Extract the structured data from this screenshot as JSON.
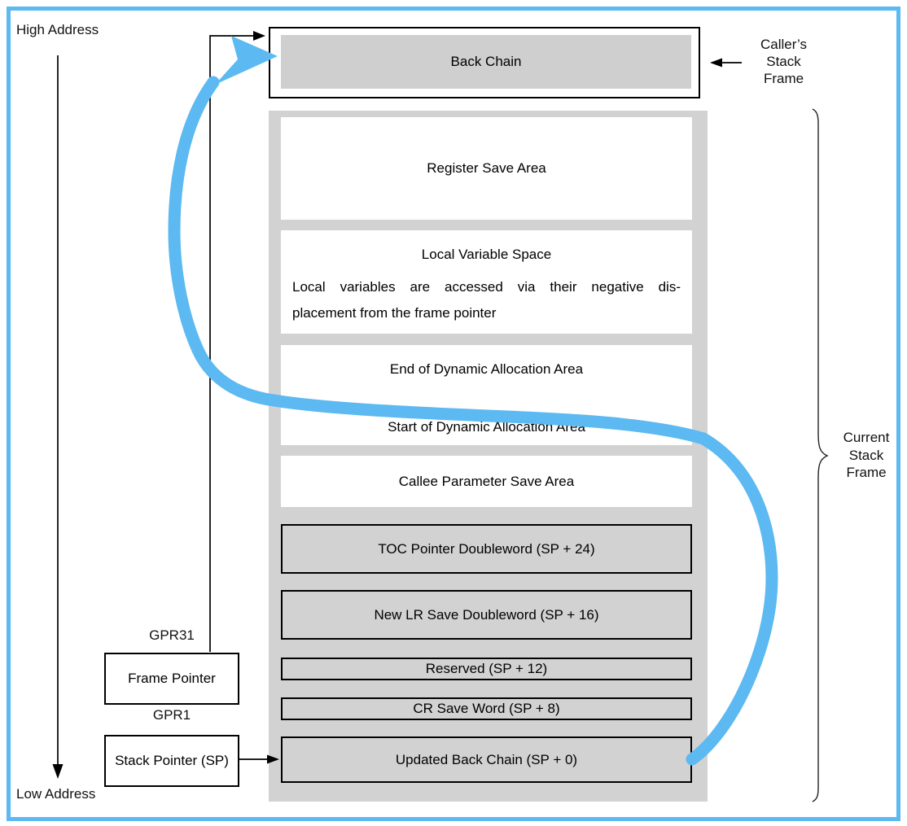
{
  "colors": {
    "accent-blue": "#5cb9f1",
    "frame-gray": "#d2d2d2",
    "inner-gray": "#cfcfcf",
    "line-black": "#000000"
  },
  "address_axis": {
    "high": "High Address",
    "low": "Low Address"
  },
  "caller_frame": {
    "back_chain": "Back Chain",
    "label_lines": [
      "Caller’s",
      "Stack",
      "Frame"
    ]
  },
  "current_frame": {
    "label_lines": [
      "Current",
      "Stack",
      "Frame"
    ],
    "register_save": "Register Save Area",
    "local_space": {
      "title": "Local Variable Space",
      "line1": "Local variables are accessed via their negative dis-",
      "line2": "placement from the frame pointer"
    },
    "dynamic": {
      "end": "End of Dynamic Allocation Area",
      "start": "Start of Dynamic Allocation Area"
    },
    "callee": "Callee Parameter Save Area",
    "toc": "TOC Pointer Doubleword (SP + 24)",
    "lr": "New LR Save Doubleword (SP + 16)",
    "reserved": "Reserved (SP + 12)",
    "cr": "CR Save Word (SP + 8)",
    "updated_back_chain": "Updated Back Chain (SP + 0)"
  },
  "registers": {
    "gpr31": "GPR31",
    "frame_pointer": "Frame Pointer",
    "gpr1": "GPR1",
    "stack_pointer": "Stack Pointer (SP)"
  }
}
